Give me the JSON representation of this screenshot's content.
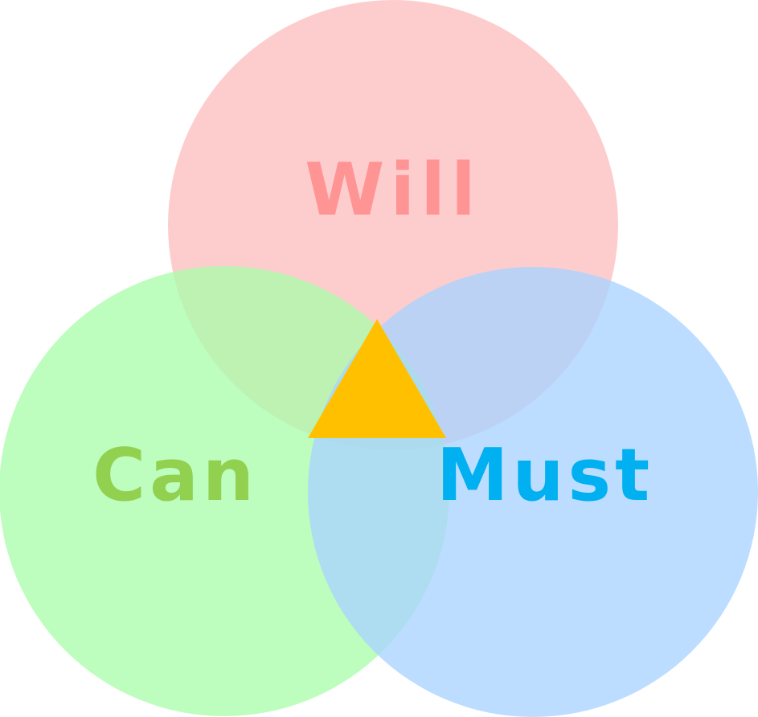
{
  "diagram": {
    "labels": {
      "will": "Will",
      "can": "Can",
      "must": "Must"
    },
    "colors": {
      "will_fill": "#fcc2c2",
      "will_text": "#ff9494",
      "can_fill": "#aafcac",
      "can_text": "#92d050",
      "must_fill": "#a9d3ff",
      "must_text": "#00b0f0",
      "center_triangle": "#ffc000"
    },
    "center_marker": "triangle"
  }
}
